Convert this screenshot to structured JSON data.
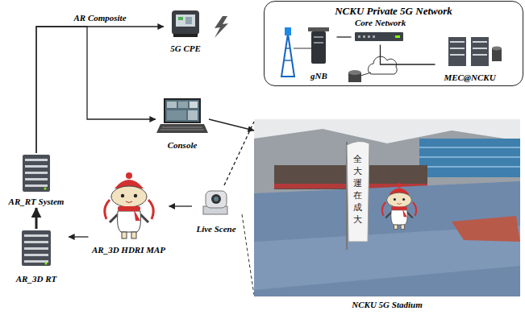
{
  "diagram": {
    "nodes": [
      {
        "text": [
          "NCKU Private 5G Network"
        ]
      },
      {
        "text": [
          "gNB"
        ],
        "in": 0
      },
      {
        "text": [
          "Core Network"
        ],
        "in": 0
      },
      {
        "text": [
          "MEC@NCKU"
        ],
        "in": 0
      },
      {
        "text": [
          "5G CPE"
        ]
      },
      {
        "text": [
          "Console"
        ]
      },
      {
        "text": [
          "AR_RT System"
        ]
      },
      {
        "text": [
          "NCKU 5G Stadium"
        ]
      },
      {
        "text": [
          "AR_3D RT"
        ]
      },
      {
        "text": [
          "AR_3D HDRI MAP"
        ]
      },
      {
        "text": [
          "Live Scene"
        ]
      }
    ],
    "edges": [
      {
        "from": 6,
        "to": 4,
        "arrow": "to",
        "label": "AR Composite"
      },
      {
        "from": 6,
        "to": 5,
        "arrow": "to"
      },
      {
        "from": 5,
        "to": 7,
        "arrow": "to"
      },
      {
        "from": 8,
        "to": 6,
        "arrow": "to"
      },
      {
        "from": 9,
        "to": 8,
        "arrow": "to"
      },
      {
        "from": 10,
        "to": 9,
        "arrow": "to"
      },
      {
        "from": 10,
        "to": 7,
        "arrow": "none"
      },
      {
        "from": 1,
        "to": 2,
        "arrow": "none"
      },
      {
        "from": 2,
        "to": 3,
        "arrow": "none"
      }
    ],
    "labels": [
      "全大運在成大"
    ]
  }
}
